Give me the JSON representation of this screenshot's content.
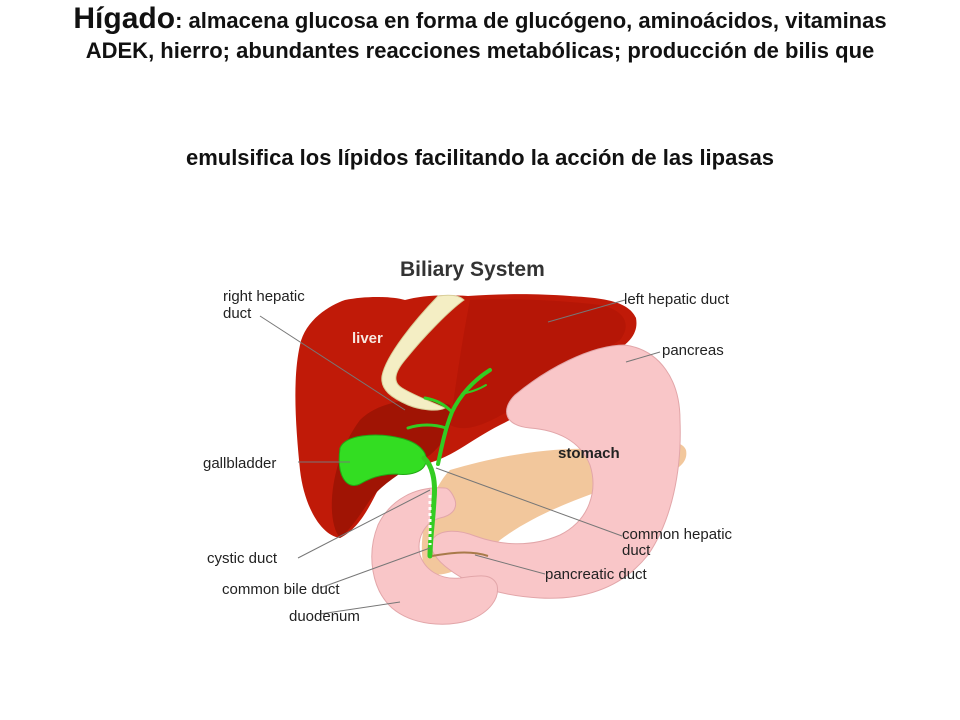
{
  "heading": {
    "term": "Hígado",
    "text": ": almacena glucosa en forma de glucógeno, aminoácidos, vitaminas ADEK, hierro; abundantes reacciones metabólicas; producción de bilis que",
    "line2": "emulsifica los lípidos facilitando la acción de las lipasas"
  },
  "diagram": {
    "title": "Biliary System",
    "labels": {
      "right_hepatic_duct_1": "right hepatic",
      "right_hepatic_duct_2": "duct",
      "left_hepatic_duct": "left hepatic duct",
      "pancreas": "pancreas",
      "gallbladder": "gallbladder",
      "cystic_duct": "cystic duct",
      "common_bile_duct": "common bile duct",
      "duodenum": "duodenum",
      "common_hepatic_duct_1": "common hepatic",
      "common_hepatic_duct_2": "duct",
      "pancreatic_duct": "pancreatic duct",
      "liver": "liver",
      "stomach": "stomach"
    },
    "colors": {
      "liver": "#c01a08",
      "liver_dark": "#a01404",
      "stomach": "#f9c6c8",
      "pancreas": "#f2c79c",
      "gallbladder": "#33dd22",
      "ligament": "#f4eec4",
      "lines": "#777777"
    }
  }
}
